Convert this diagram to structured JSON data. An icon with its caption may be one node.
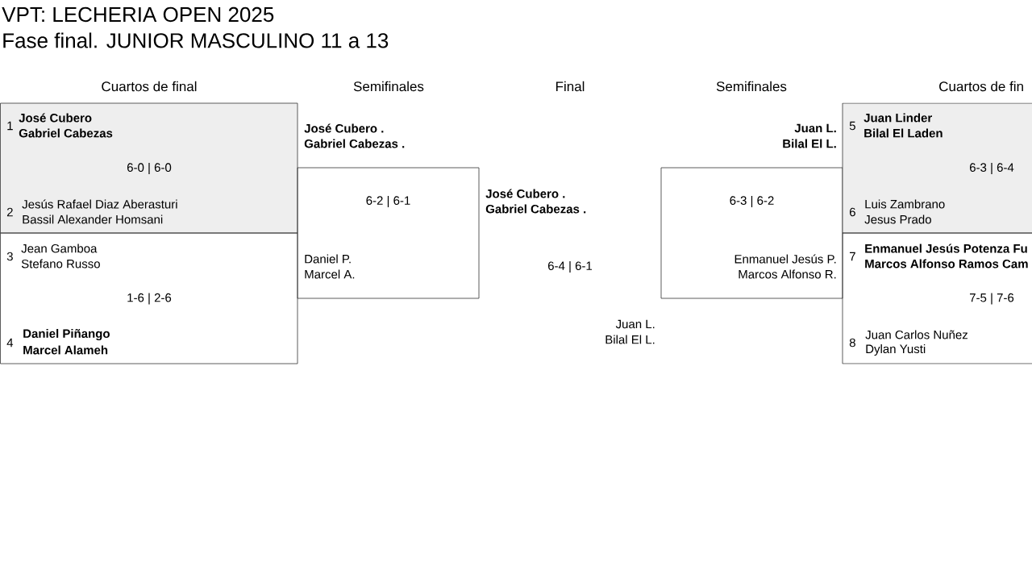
{
  "diagram": {
    "title": "VPT: LECHERIA OPEN 2025",
    "nodes": [
      {
        "text": [
          "1",
          "José Cubero",
          "Gabriel Cabezas",
          "6-0 | 6-0",
          "2",
          "Jesús Rafael Diaz Aberasturi",
          "Bassil Alexander Homsani"
        ]
      },
      {
        "text": [
          "3",
          "Jean Gamboa",
          "Stefano Russo",
          "1-6 | 2-6",
          "4",
          "Daniel Piñango",
          "Marcel Alameh"
        ]
      },
      {
        "text": [
          "José Cubero .",
          "Gabriel Cabezas .",
          "6-2 | 6-1",
          "Daniel P.",
          "Marcel A."
        ]
      },
      {
        "text": [
          "Juan L.",
          "Bilal El L.",
          "6-3 | 6-2",
          "Enmanuel Jesús P.",
          "Marcos Alfonso R."
        ]
      },
      {
        "text": [
          "5",
          "Juan Linder",
          "Bilal El Laden",
          "6-3 | 6-4",
          "6",
          "Luis Zambrano",
          "Jesus Prado"
        ]
      },
      {
        "text": [
          "7",
          "Enmanuel Jesús Potenza Fu",
          "Marcos Alfonso Ramos Cam",
          "7-5 | 7-6",
          "8",
          "Juan Carlos Nuñez",
          "Dylan Yusti"
        ]
      }
    ],
    "labels": [
      "Fase final. JUNIOR MASCULINO 11 a 13",
      "Cuartos de final",
      "Semifinales",
      "Final",
      "Semifinales",
      "Cuartos de fin",
      "José Cubero .",
      "Gabriel Cabezas .",
      "6-4 | 6-1",
      "Juan L.",
      "Bilal El L."
    ]
  }
}
